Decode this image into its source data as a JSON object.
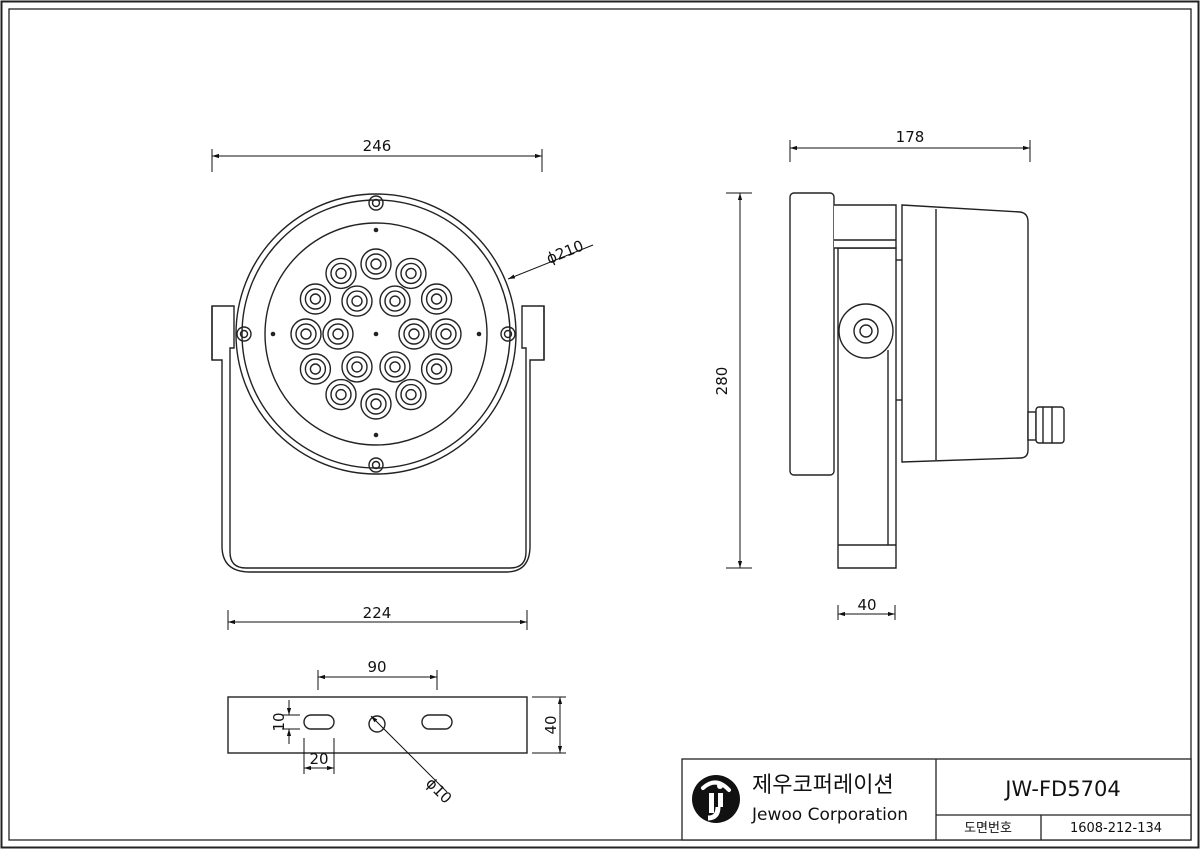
{
  "dimensions": {
    "front_width": "246",
    "front_diameter": "ϕ210",
    "bracket_width": "224",
    "side_depth": "178",
    "side_height": "280",
    "bracket_depth": "40",
    "slot_spacing": "90",
    "slot_height": "10",
    "slot_length": "20",
    "base_height": "40",
    "hole_diameter": "ϕ10"
  },
  "title_block": {
    "company_korean": "제우코퍼레이션",
    "company_english": "Jewoo Corporation",
    "model": "JW-FD5704",
    "drawing_no_label": "도면번호",
    "drawing_no": "1608-212-134"
  }
}
